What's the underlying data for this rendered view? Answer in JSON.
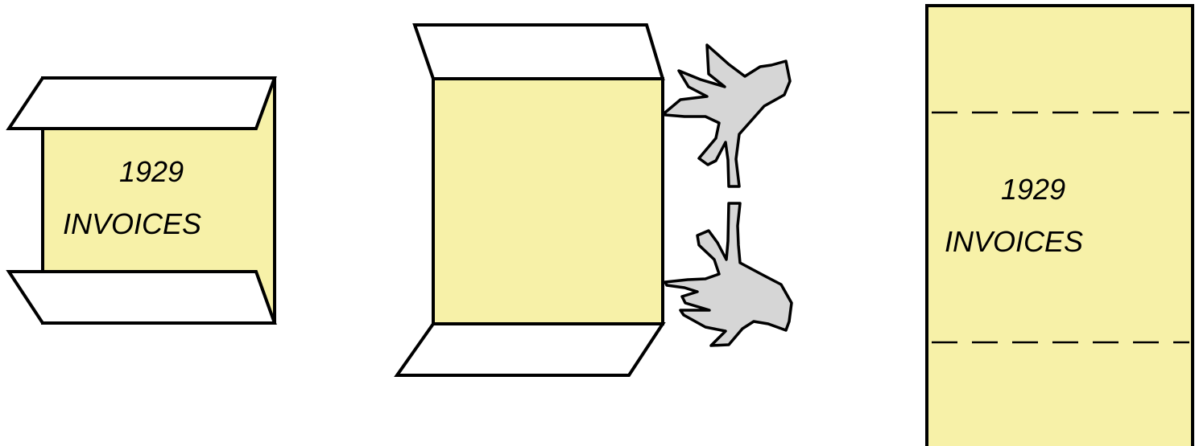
{
  "colors": {
    "box_fill": "#f7f1a8",
    "hand_fill": "#d6d6d6",
    "outline": "#000000",
    "background": "#ffffff"
  },
  "stages": {
    "folded_box": {
      "label_year": "1929",
      "label_title": "INVOICES"
    },
    "unfolding_box": {},
    "flattened_sheet": {
      "label_year": "1929",
      "label_title": "INVOICES"
    }
  },
  "icons": {
    "upper_hand": "hand-icon",
    "lower_hand": "hand-icon"
  }
}
